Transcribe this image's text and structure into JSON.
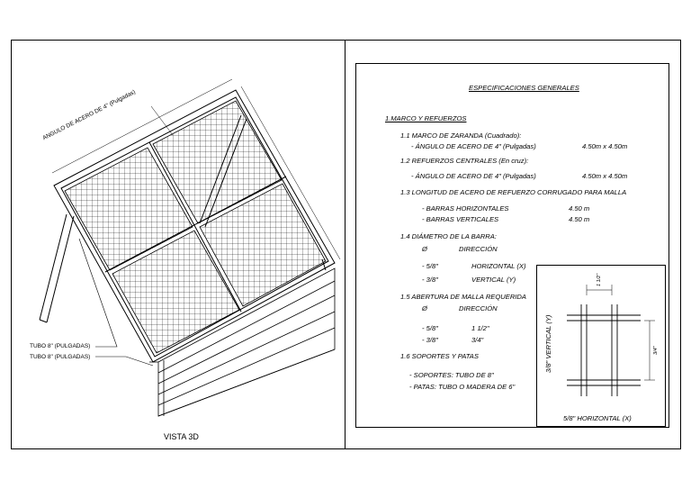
{
  "drawing": {
    "view_title": "VISTA 3D",
    "labels": {
      "angle_label": "ANGULO DE ACERO DE 4\" (Pulgadas)",
      "tube_label_1": "TUBO 8\" (PULGADAS)",
      "tube_label_2": "TUBO 8\" (PULGADAS)"
    }
  },
  "specs": {
    "title": "ESPECIFICACIONES  GENERALES",
    "s1": {
      "heading": "1.MARCO Y REFUERZOS",
      "s11": "1.1 MARCO DE ZARANDA (Cuadrado):",
      "s11_item": "- ÁNGULO DE ACERO DE 4\" (Pulgadas)",
      "s11_val": "4.50m x 4.50m",
      "s12": "1.2 REFUERZOS CENTRALES (En cruz):",
      "s12_item": "- ÁNGULO DE ACERO DE 4\" (Pulgadas)",
      "s12_val": "4.50m x 4.50m",
      "s13": "1.3 LONGITUD DE ACERO DE REFUERZO CORRUGADO PARA MALLA",
      "s13_h": "- BARRAS HORIZONTALES",
      "s13_h_val": "4.50 m",
      "s13_v": "- BARRAS VERTICALES",
      "s13_v_val": "4.50 m",
      "s14": "1.4 DIÁMETRO DE LA BARRA:",
      "s14_col1": "Ø",
      "s14_col2": "DIRECCIÓN",
      "s14_r1a": "- 5/8\"",
      "s14_r1b": "HORIZONTAL (X)",
      "s14_r2a": "- 3/8\"",
      "s14_r2b": "VERTICAL (Y)",
      "s15": "1.5 ABERTURA DE MALLA REQUERIDA",
      "s15_col1": "Ø",
      "s15_col2": "DIRECCIÓN",
      "s15_r1a": "- 5/8\"",
      "s15_r1b": "1 1/2\"",
      "s15_r2a": "- 3/8\"",
      "s15_r2b": "3/4\"",
      "s16": "1.6 SOPORTES Y PATAS",
      "s16_a": "- SOPORTES: TUBO DE 8\"",
      "s16_b": "- PATAS: TUBO O MADERA DE 6\""
    },
    "detail": {
      "vertical_label": "3/8\" VERTICAL (Y)",
      "horizontal_label": "5/8\" HORIZONTAL (X)",
      "dim_top": "1 1/2\"",
      "dim_right": "3/4\""
    }
  }
}
